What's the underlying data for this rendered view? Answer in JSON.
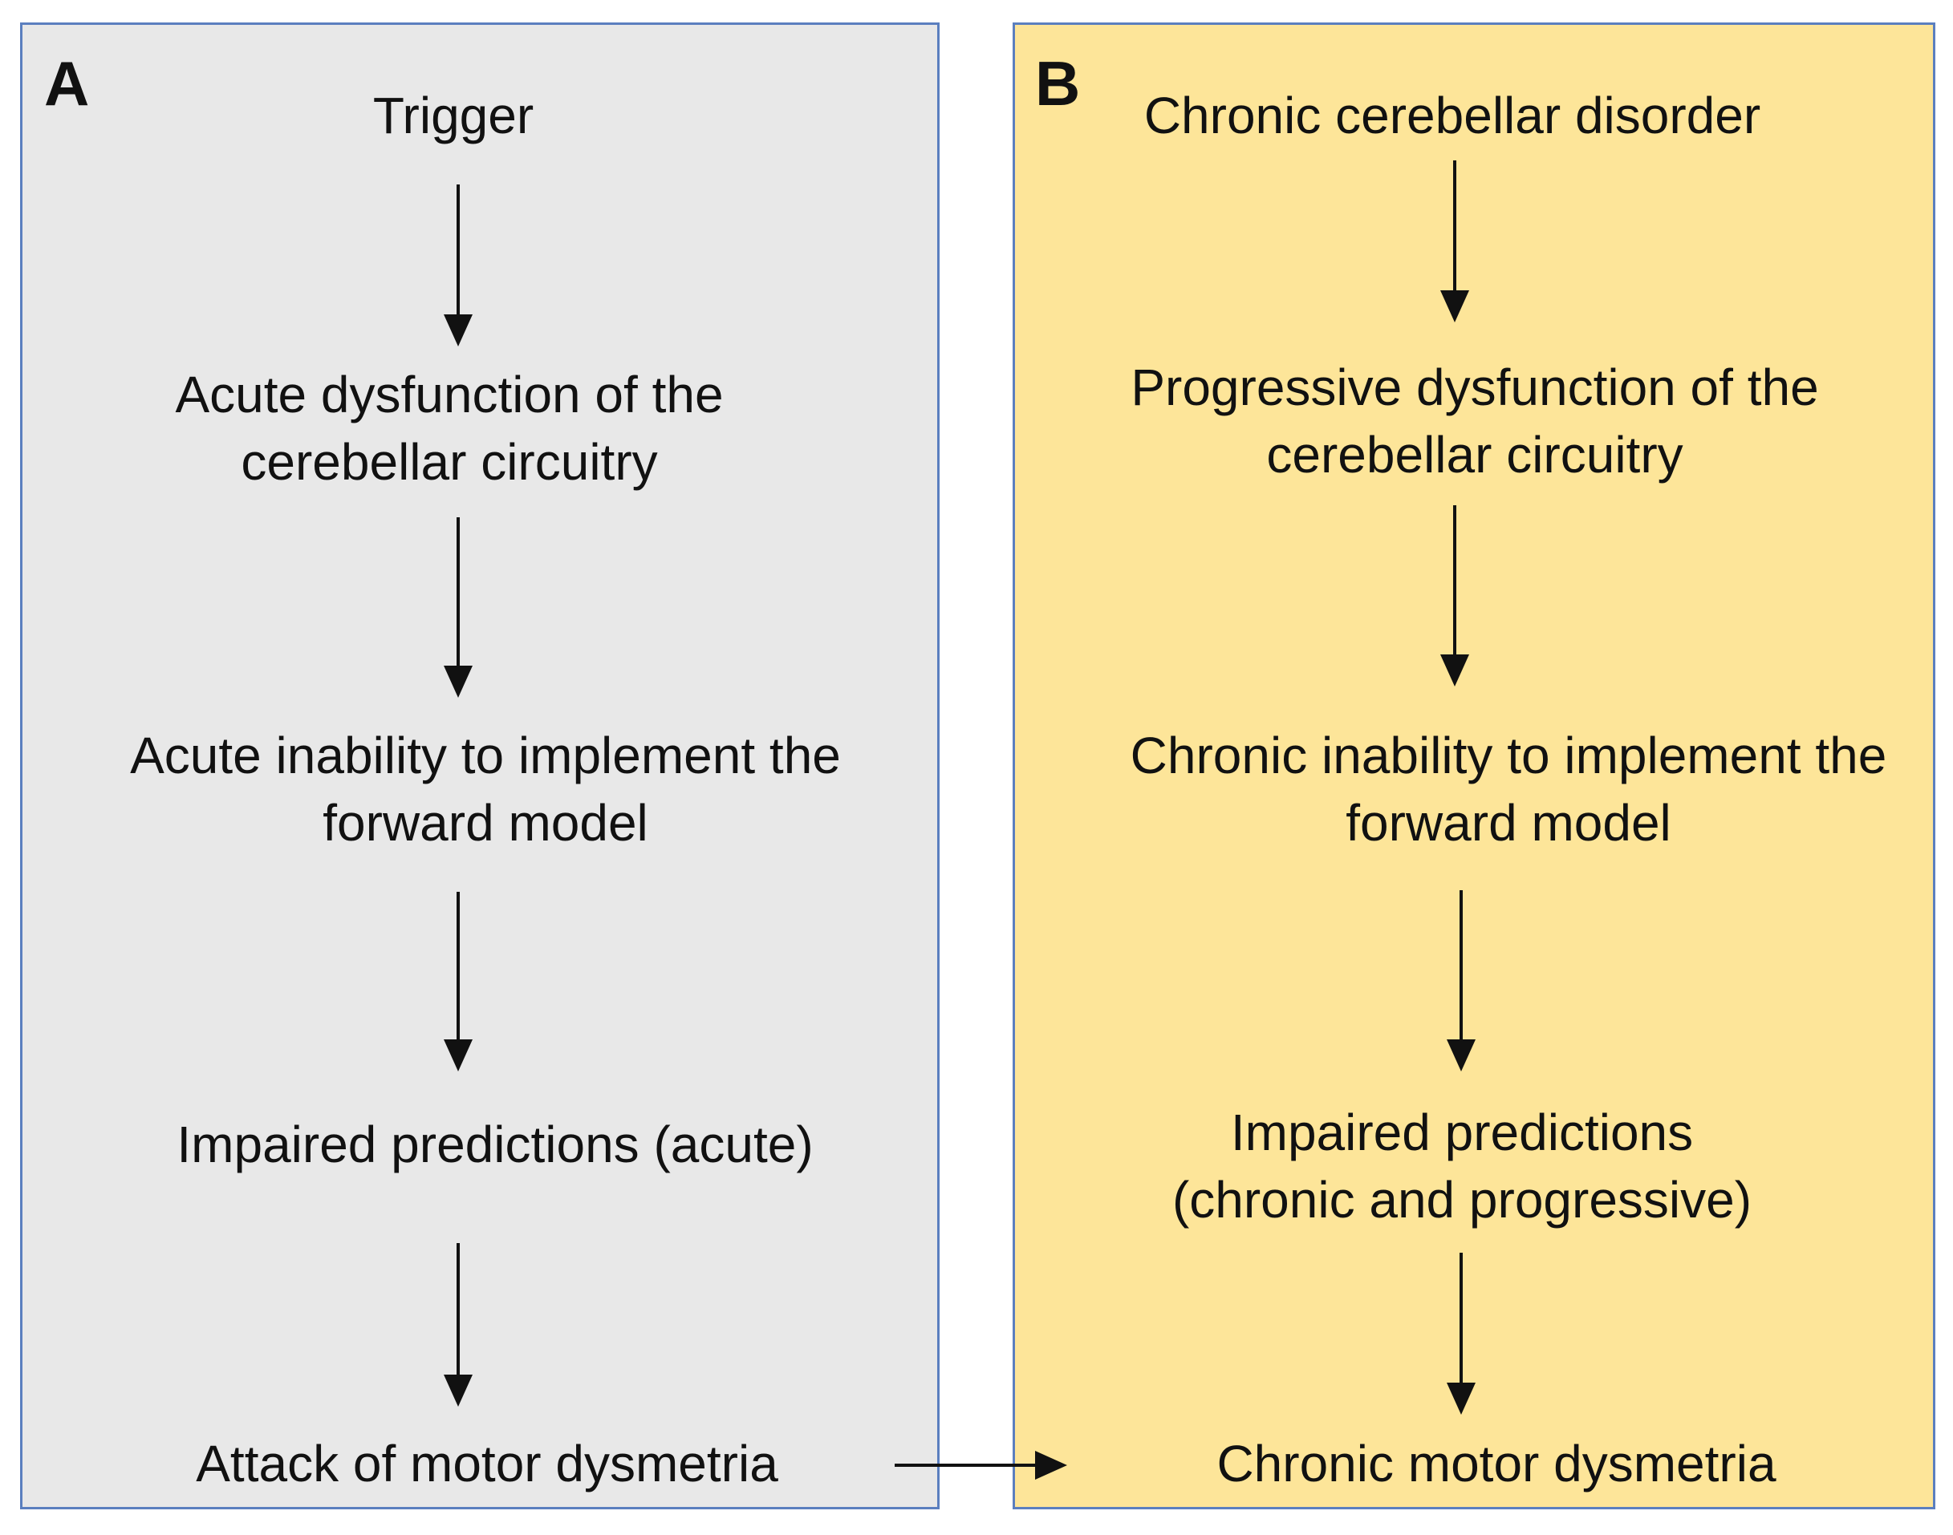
{
  "colors": {
    "panel_a_fill": "#e8e8e8",
    "panel_b_fill": "#fde599",
    "panel_border": "#5b7fbf",
    "arrow": "#111111"
  },
  "panel_a": {
    "letter": "A",
    "nodes": [
      {
        "lines": [
          "Trigger"
        ]
      },
      {
        "lines": [
          "Acute dysfunction of the",
          "cerebellar circuitry"
        ]
      },
      {
        "lines": [
          "Acute inability to implement the",
          "forward model"
        ]
      },
      {
        "lines": [
          "Impaired predictions (acute)"
        ]
      },
      {
        "lines": [
          "Attack of motor dysmetria"
        ]
      }
    ]
  },
  "panel_b": {
    "letter": "B",
    "nodes": [
      {
        "lines": [
          "Chronic cerebellar disorder"
        ]
      },
      {
        "lines": [
          "Progressive dysfunction of the",
          "cerebellar circuitry"
        ]
      },
      {
        "lines": [
          "Chronic inability to implement the",
          "forward model"
        ]
      },
      {
        "lines": [
          "Impaired predictions",
          "(chronic and progressive)"
        ]
      },
      {
        "lines": [
          "Chronic motor dysmetria"
        ]
      }
    ]
  }
}
